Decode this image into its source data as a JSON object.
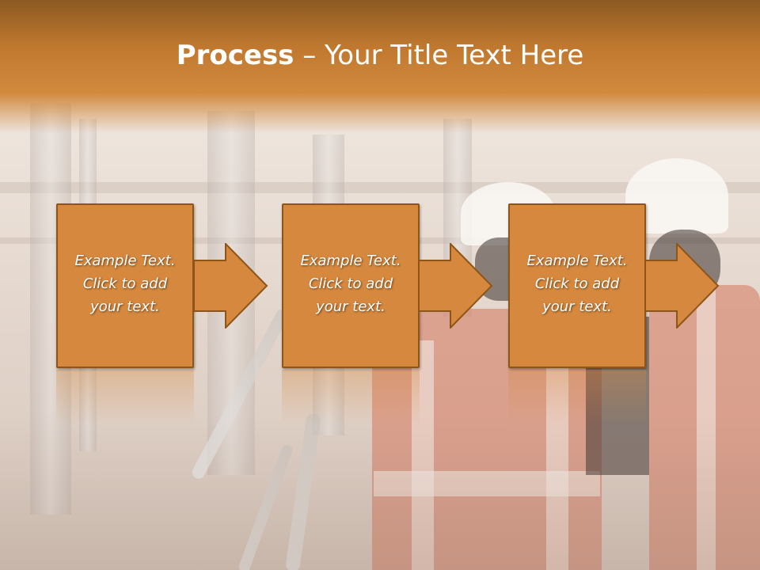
{
  "slide": {
    "title_bold": "Process",
    "title_rest": " – Your Title Text Here"
  },
  "steps": [
    {
      "line1": "Example Text.",
      "line2": "Click  to add",
      "line3": "your text."
    },
    {
      "line1": "Example Text.",
      "line2": "Click  to add",
      "line3": "your text."
    },
    {
      "line1": "Example Text.",
      "line2": "Click  to add",
      "line3": "your text."
    }
  ],
  "colors": {
    "header_dark": "#8b5a22",
    "box_fill": "#d5883e",
    "box_border": "#8e5518"
  }
}
